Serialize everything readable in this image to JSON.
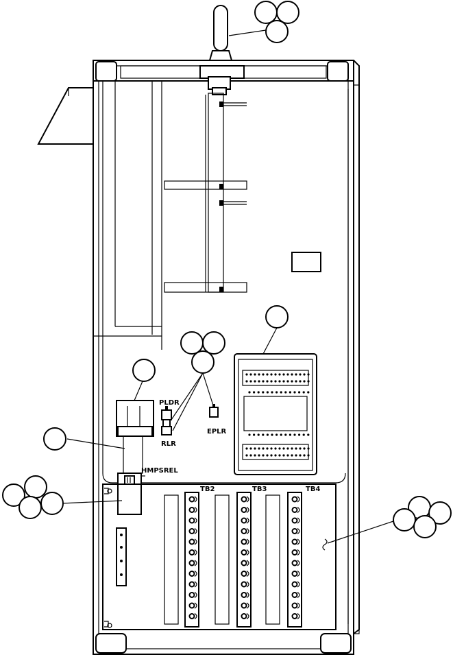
{
  "labels": {
    "pldr": "PLDR",
    "rlr": "RLR",
    "eplr": "EPLR",
    "hmpsrel": "HMPSREL",
    "tb2": "TB2",
    "tb3": "TB3",
    "tb4": "TB4"
  },
  "callouts": {
    "antenna": [
      "",
      "",
      ""
    ],
    "relay_module": [
      ""
    ],
    "relays": [
      "",
      "",
      ""
    ],
    "hmps_relay": [
      ""
    ],
    "ground_bar": [
      "",
      "",
      "",
      ""
    ],
    "terminal_panel": [
      "",
      "",
      "",
      ""
    ]
  }
}
